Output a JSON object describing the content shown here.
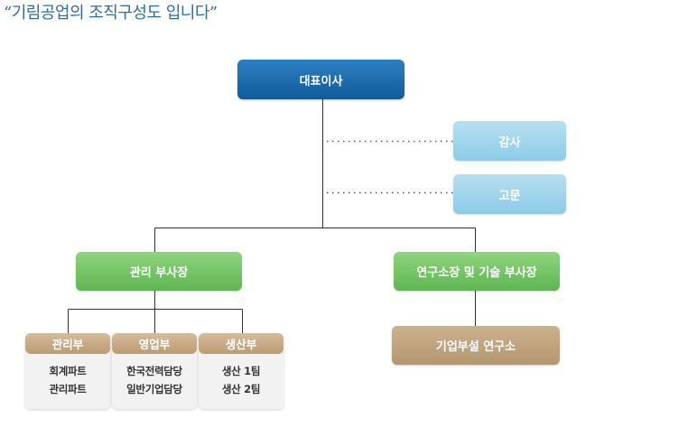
{
  "title": "“기림공업의 조직구성도 입니다”",
  "ceo": "대표이사",
  "audit": "감사",
  "advisor": "고문",
  "vp_admin": "관리 부사장",
  "vp_research": "연구소장 및 기술 부사장",
  "lab": "기업부설 연구소",
  "departments": [
    {
      "name": "관리부",
      "items": [
        "회계파트",
        "관리파트"
      ]
    },
    {
      "name": "영업부",
      "items": [
        "한국전력담당",
        "일반기업담당"
      ]
    },
    {
      "name": "생산부",
      "items": [
        "생산 1팀",
        "생산 2팀"
      ]
    }
  ],
  "colors": {
    "ceo": "#1a6aab",
    "aux": "#9fd4ea",
    "vp": "#72c263",
    "dept_header": "#c4a884",
    "title": "#2f6d98",
    "line": "#333333"
  }
}
